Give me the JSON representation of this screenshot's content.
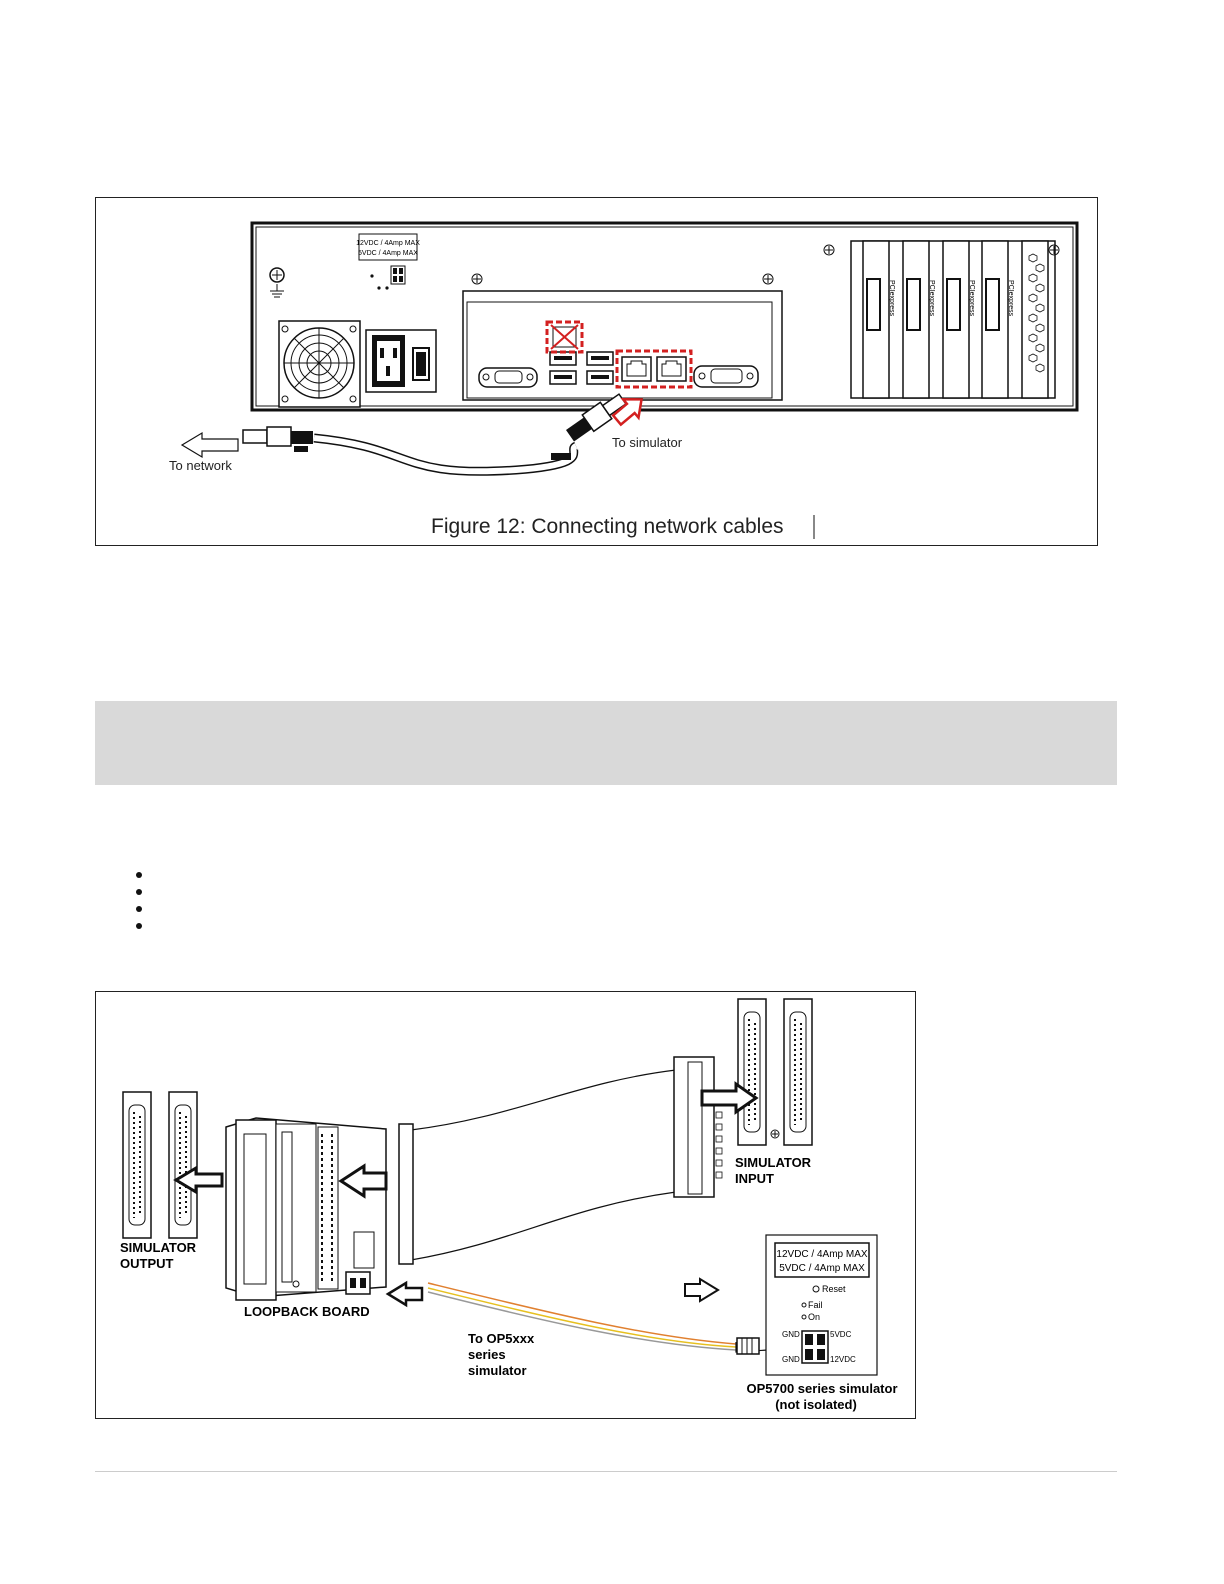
{
  "figure12": {
    "caption": "Figure 12: Connecting network cables",
    "label_to_network": "To network",
    "label_to_simulator": "To simulator",
    "psu_label_1": "12VDC / 4Amp MAX",
    "psu_label_2": "5VDC / 4Amp MAX",
    "pcie_label": "PCIexpress"
  },
  "figure_loopback": {
    "simulator_output": [
      "SIMULATOR",
      "OUTPUT"
    ],
    "simulator_input": [
      "SIMULATOR",
      "INPUT"
    ],
    "loopback_board": "LOOPBACK BOARD",
    "to_op5xxx": [
      "To OP5xxx",
      "series",
      "simulator"
    ],
    "op5700_label": [
      "OP5700 series simulator",
      "(not isolated)"
    ],
    "panel_12v": "12VDC / 4Amp MAX",
    "panel_5v": "5VDC / 4Amp MAX",
    "reset": "Reset",
    "fail": "Fail",
    "on": "On",
    "gnd": "GND",
    "v5": "5VDC",
    "v12": "12VDC"
  },
  "bullet_count": 4
}
